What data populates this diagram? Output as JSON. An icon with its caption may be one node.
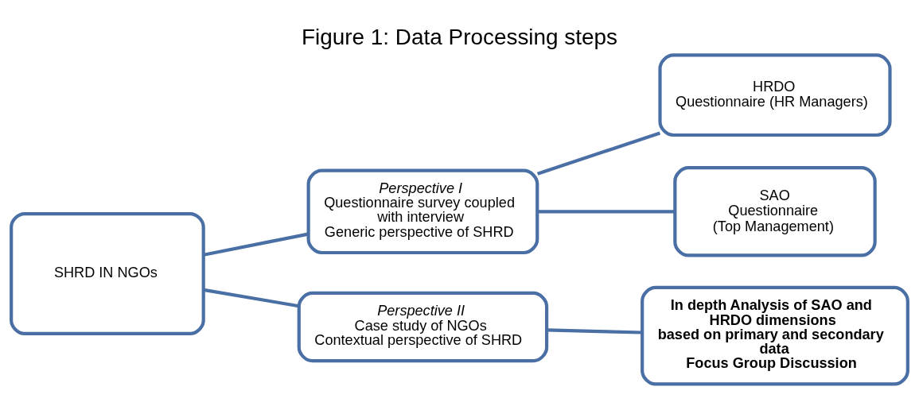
{
  "diagram": {
    "title": "Figure 1: Data Processing steps",
    "nodes": [
      {
        "text": [
          "SHRD IN NGOs"
        ]
      },
      {
        "text": [
          "Perspective I",
          "Questionnaire survey coupled with interview",
          "Generic perspective of SHRD"
        ]
      },
      {
        "text": [
          "HRDO",
          "Questionnaire (HR Managers)"
        ]
      },
      {
        "text": [
          "SAO",
          "Questionnaire",
          "(Top Management)"
        ]
      },
      {
        "text": [
          "Perspective II",
          "Case study of NGOs",
          "Contextual perspective of SHRD"
        ]
      },
      {
        "text": [
          "In depth Analysis of SAO and HRDO dimensions",
          "based on primary and secondary data",
          "Focus Group Discussion"
        ]
      }
    ],
    "edges": [
      {
        "from": 0,
        "to": 1,
        "arrow": "none"
      },
      {
        "from": 0,
        "to": 4,
        "arrow": "none"
      },
      {
        "from": 1,
        "to": 2,
        "arrow": "none"
      },
      {
        "from": 1,
        "to": 3,
        "arrow": "none"
      },
      {
        "from": 4,
        "to": 5,
        "arrow": "none"
      }
    ]
  }
}
